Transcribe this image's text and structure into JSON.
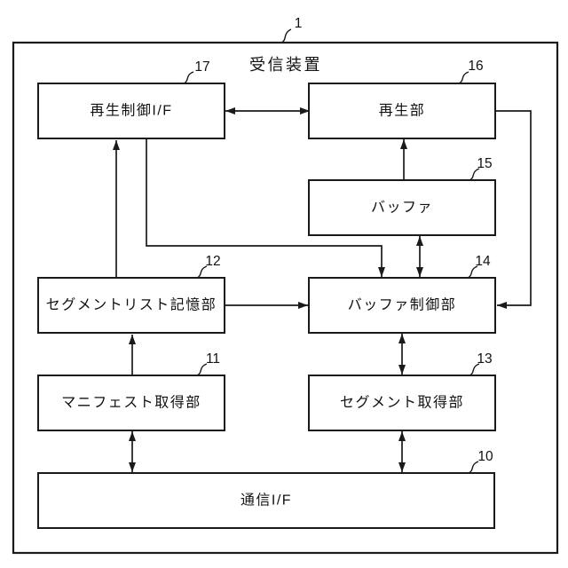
{
  "figure": {
    "device_ref": "1",
    "device_label": "受信装置",
    "blocks": [
      {
        "ref": "17",
        "label": "再生制御I/F"
      },
      {
        "ref": "16",
        "label": "再生部"
      },
      {
        "ref": "15",
        "label": "バッファ"
      },
      {
        "ref": "12",
        "label": "セグメントリスト記憶部"
      },
      {
        "ref": "14",
        "label": "バッファ制御部"
      },
      {
        "ref": "11",
        "label": "マニフェスト取得部"
      },
      {
        "ref": "13",
        "label": "セグメント取得部"
      },
      {
        "ref": "10",
        "label": "通信I/F"
      }
    ],
    "connections": [
      "17<->16",
      "16->14",
      "15->16",
      "15<->14",
      "17->14",
      "12->17",
      "12->14",
      "11->12",
      "11<->10",
      "14<->13",
      "13<->10"
    ],
    "colors": {
      "line": "#1a1a1a",
      "background": "#ffffff",
      "box_fill": "#ffffff"
    }
  }
}
